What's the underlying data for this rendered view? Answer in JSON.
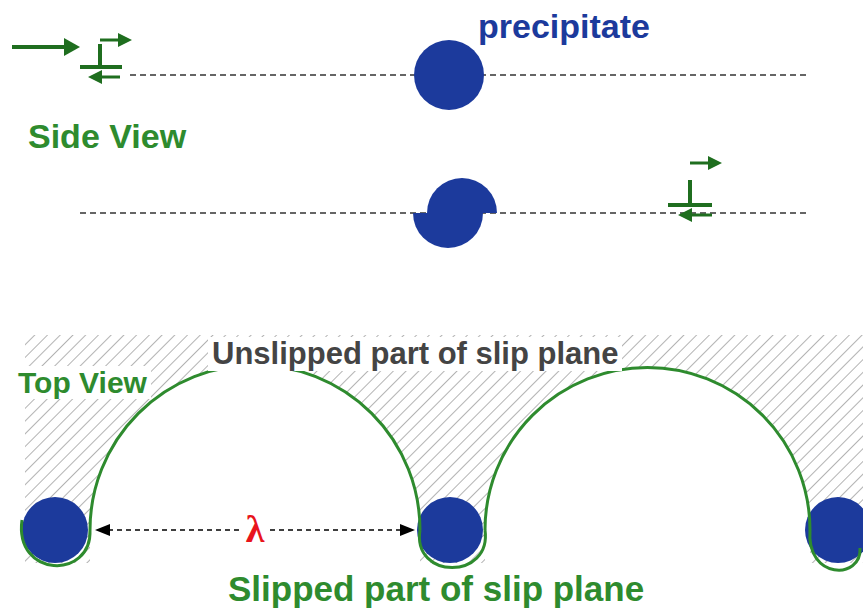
{
  "diagram": {
    "labels": [
      "precipitate",
      "Side View",
      "Top View",
      "Unslipped part of slip plane",
      "λ",
      "Slipped part of slip plane"
    ]
  }
}
